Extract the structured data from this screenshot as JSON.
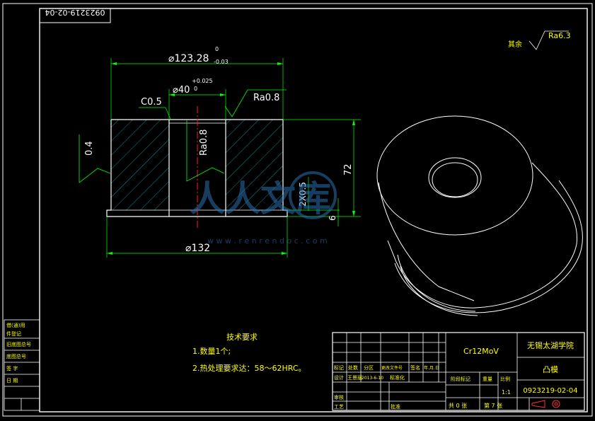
{
  "drawing": {
    "code_mirrored": "0923219-02-04",
    "roughness_rest_label": "其余",
    "roughness_rest_value": "Ra6.3",
    "dims": {
      "outer_top": "⌀123.28",
      "outer_top_tol_upper": "0",
      "outer_top_tol_lower": "-0.03",
      "bore": "⌀40",
      "bore_tol_upper": "+0.025",
      "bore_tol_lower": "0",
      "chamfer": "C0.5",
      "ra_top": "Ra0.8",
      "ra_bore": "Ra0.8",
      "flatness": "0.4",
      "chamfer_step": "2X0.5",
      "height": "72",
      "step_height": "6",
      "outer_bottom": "⌀132"
    },
    "watermark_text": "人人文库",
    "watermark_url": "w w w . r e n r e n d o c . c o m",
    "notes": {
      "title": "技术要求",
      "items": [
        "1.数量1个;",
        "2.热处理要求达：58～62HRC。"
      ]
    },
    "title_block": {
      "material": "Cr12MoV",
      "school": "无锡太湖学院",
      "part_name": "凸模",
      "drawing_no": "0923219-02-04",
      "scale": "1:1",
      "sheet_total": "共 0 张",
      "sheet_no": "第 7 张",
      "header_cells": [
        "标记",
        "处数",
        "分区",
        "更改文件号",
        "签名",
        "年.月.日"
      ],
      "design": "设计",
      "designer": "王景丽",
      "date": "2013-6-10",
      "standardization": "标准化",
      "stage_label": "阶段标记",
      "weight_label": "重量",
      "scale_label": "比例",
      "review": "审核",
      "process": "工艺",
      "approve": "批准"
    },
    "side_table": {
      "rows": [
        "借(通)用",
        "件登记",
        "旧底图总号",
        "底图总号",
        "签  字",
        "日  期"
      ]
    }
  }
}
